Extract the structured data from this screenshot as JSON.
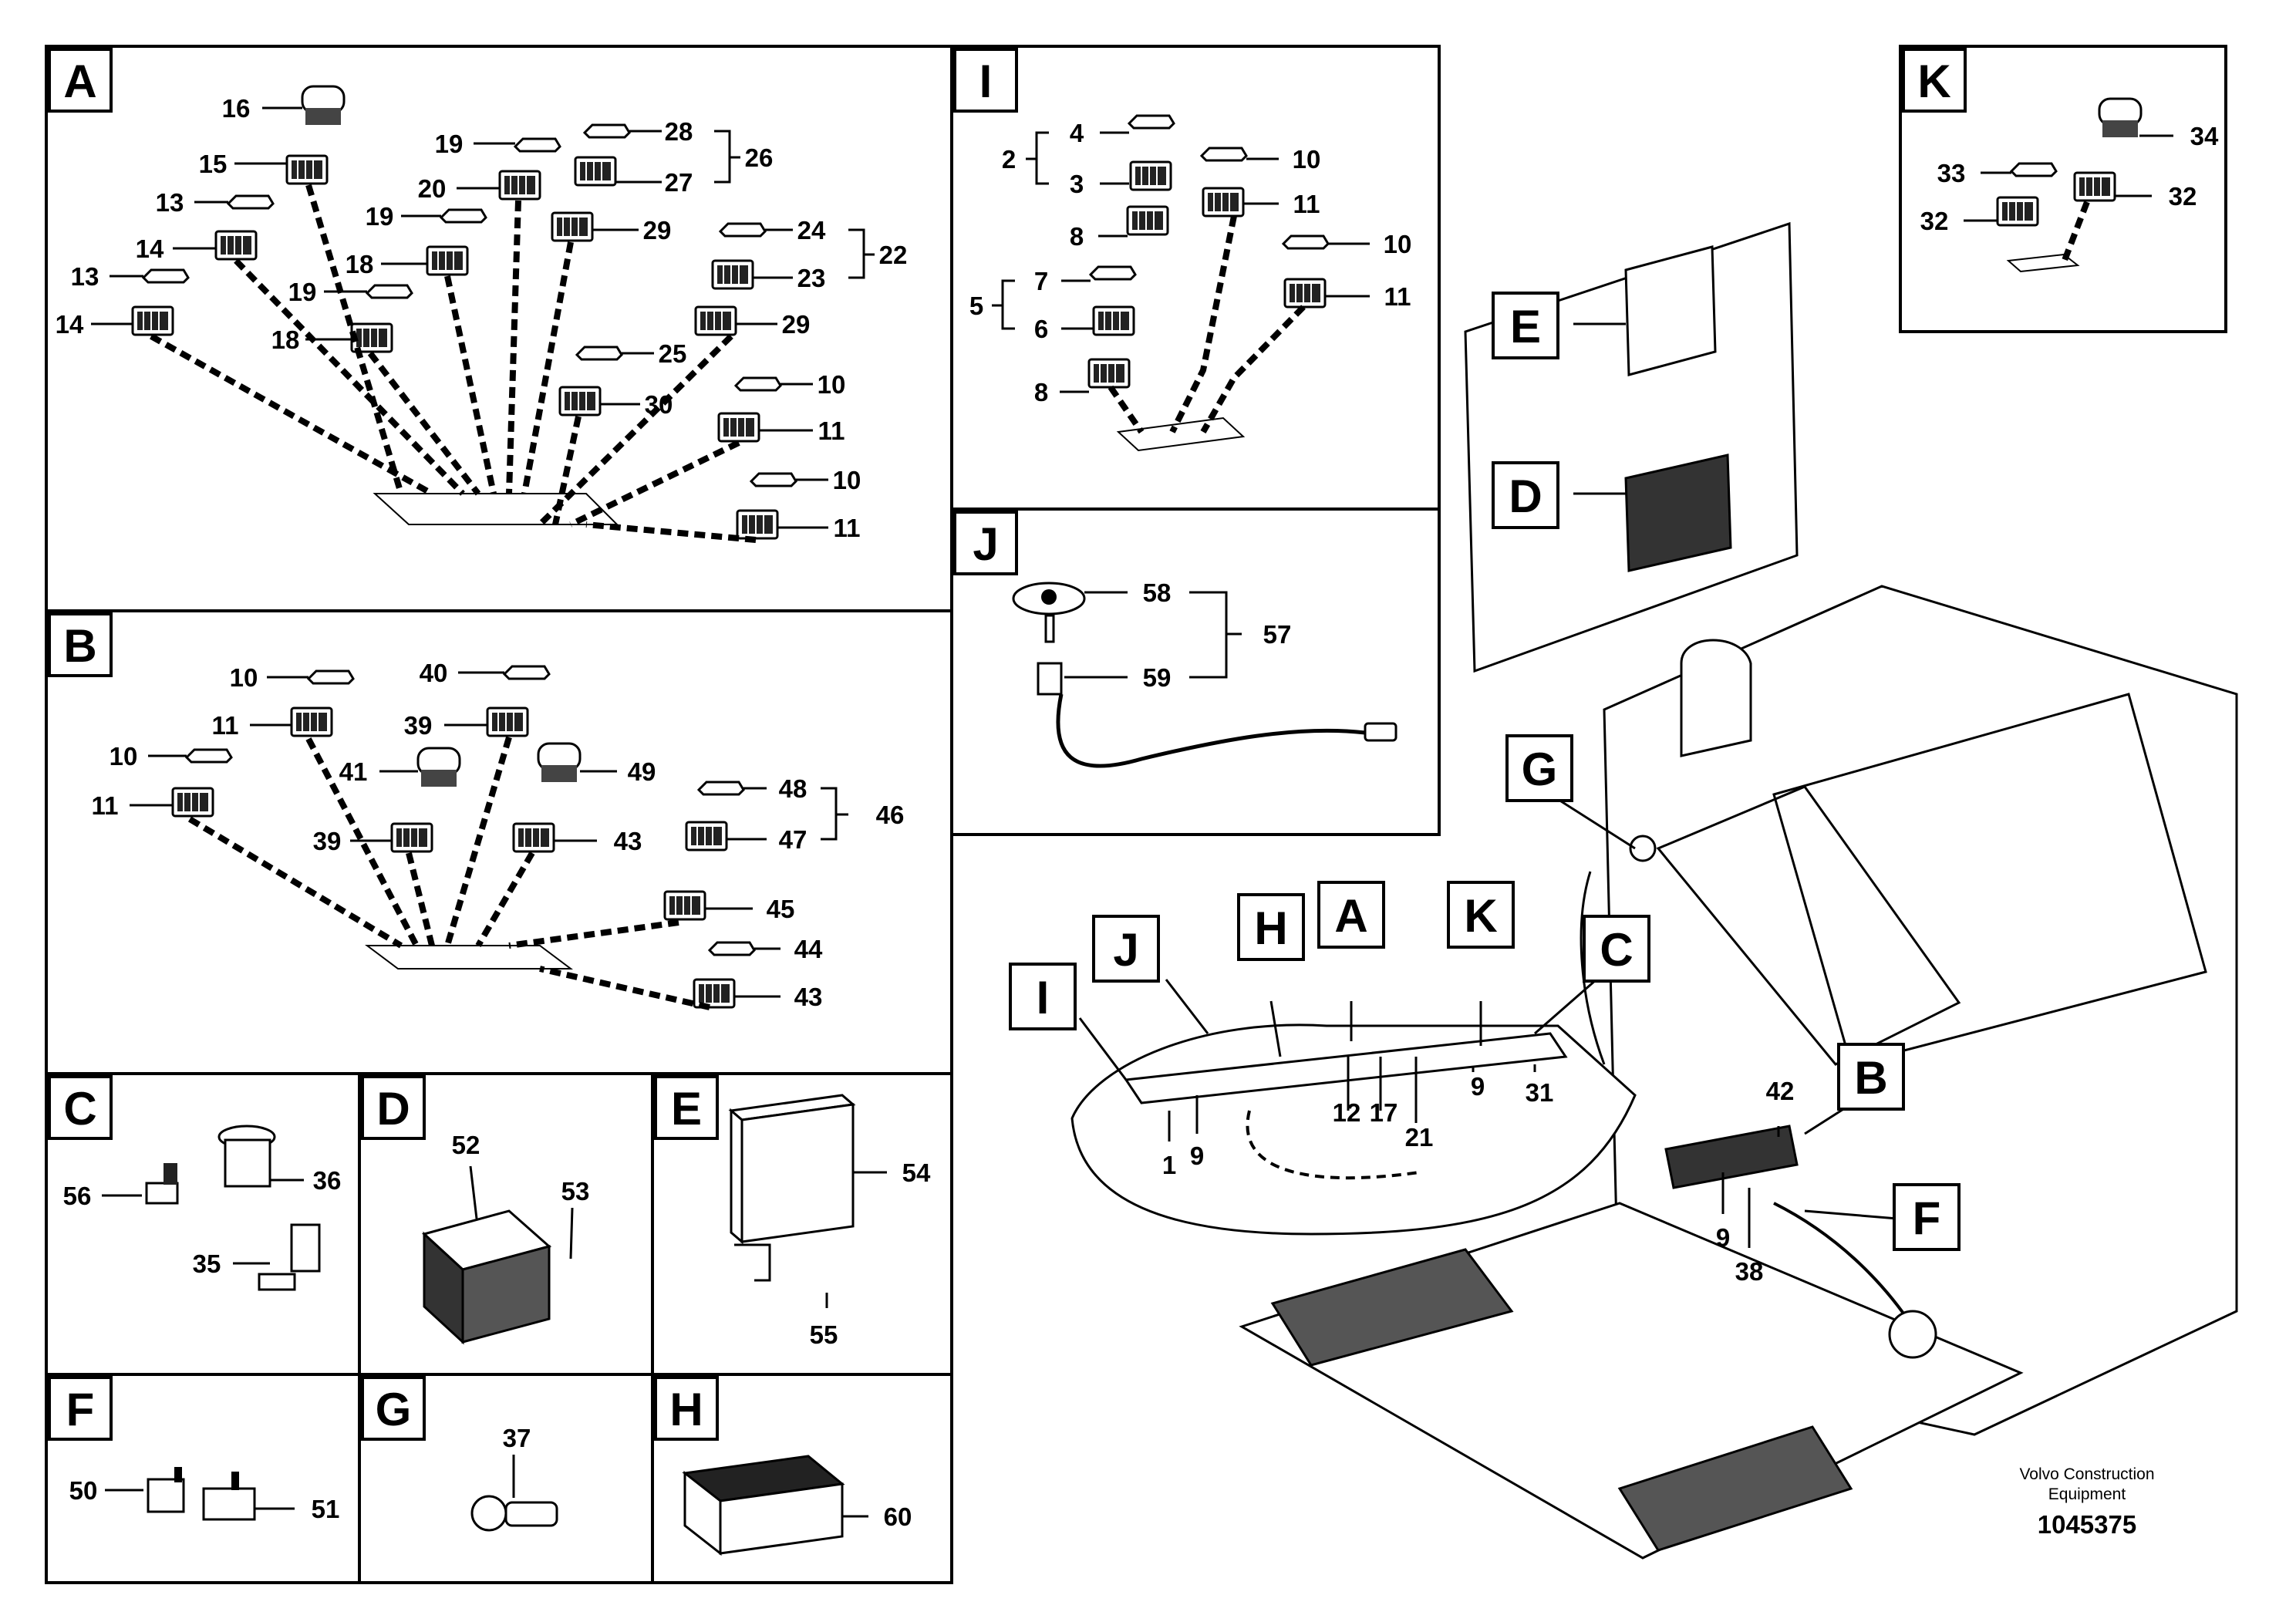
{
  "panels": {
    "A": {
      "key": "A",
      "callouts": [
        "16",
        "15",
        "13",
        "14",
        "13",
        "14",
        "19",
        "20",
        "19",
        "18",
        "19",
        "18",
        "28",
        "27",
        "26",
        "29",
        "24",
        "23",
        "22",
        "29",
        "25",
        "30",
        "10",
        "11",
        "10",
        "11"
      ]
    },
    "B": {
      "key": "B",
      "callouts": [
        "10",
        "11",
        "10",
        "11",
        "40",
        "39",
        "41",
        "39",
        "49",
        "43",
        "48",
        "47",
        "46",
        "45",
        "44",
        "43"
      ]
    },
    "C": {
      "key": "C",
      "callouts": [
        "56",
        "36",
        "35"
      ]
    },
    "D": {
      "key": "D",
      "callouts": [
        "52",
        "53"
      ]
    },
    "E": {
      "key": "E",
      "callouts": [
        "54",
        "55"
      ]
    },
    "F": {
      "key": "F",
      "callouts": [
        "50",
        "51"
      ]
    },
    "G": {
      "key": "G",
      "callouts": [
        "37"
      ]
    },
    "H": {
      "key": "H",
      "callouts": [
        "60"
      ]
    },
    "I": {
      "key": "I",
      "callouts": [
        "2",
        "4",
        "3",
        "10",
        "11",
        "8",
        "10",
        "11",
        "5",
        "7",
        "6",
        "8"
      ]
    },
    "J": {
      "key": "J",
      "callouts": [
        "58",
        "57",
        "59"
      ]
    },
    "K": {
      "key": "K",
      "callouts": [
        "34",
        "33",
        "32",
        "32"
      ]
    }
  },
  "overview": {
    "keys": [
      "E",
      "D",
      "G",
      "H",
      "A",
      "K",
      "C",
      "J",
      "I",
      "B",
      "F"
    ],
    "callouts": [
      "1",
      "9",
      "12",
      "17",
      "21",
      "9",
      "31",
      "42",
      "9",
      "38"
    ]
  },
  "footer": {
    "company_line1": "Volvo Construction",
    "company_line2": "Equipment",
    "drawing_number": "1045375"
  }
}
